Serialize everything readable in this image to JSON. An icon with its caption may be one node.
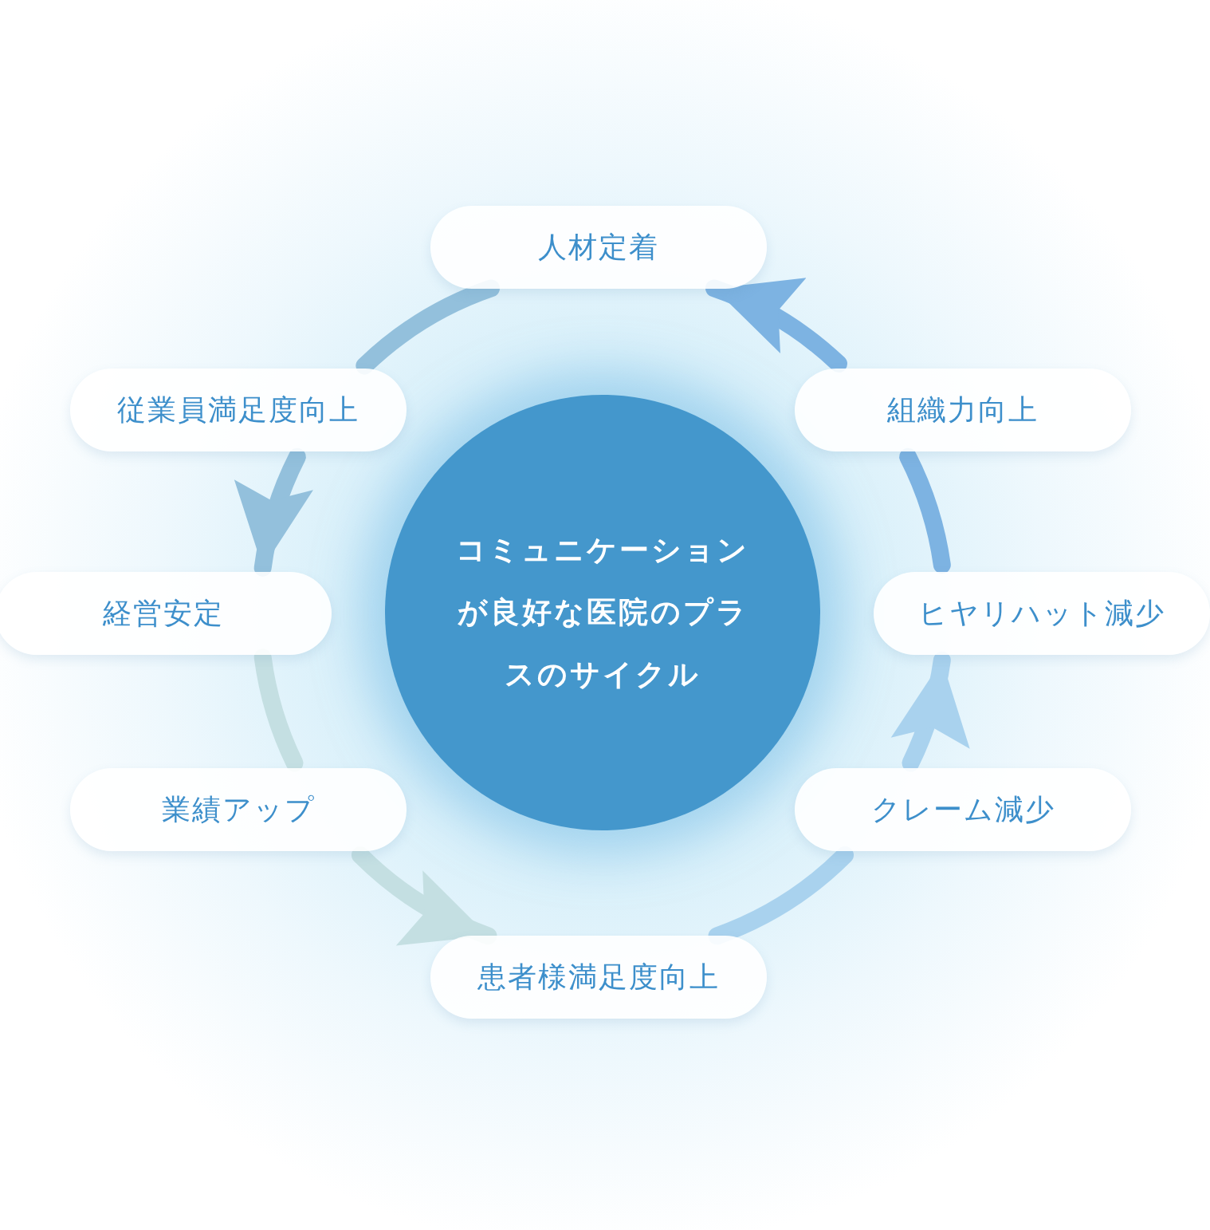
{
  "diagram": {
    "nodes": [
      {
        "text": [
          "コミュニケーションが良好な医院のプラスのサイクル"
        ]
      },
      {
        "text": [
          "人材定着"
        ]
      },
      {
        "text": [
          "組織力向上"
        ]
      },
      {
        "text": [
          "ヒヤリハット減少"
        ]
      },
      {
        "text": [
          "クレーム減少"
        ]
      },
      {
        "text": [
          "患者様満足度向上"
        ]
      },
      {
        "text": [
          "業績アップ"
        ]
      },
      {
        "text": [
          "経営安定"
        ]
      },
      {
        "text": [
          "従業員満足度向上"
        ]
      }
    ],
    "edges": [
      {
        "from": 3,
        "to": 2,
        "arrow": "none",
        "color": "#7db3e2"
      },
      {
        "from": 2,
        "to": 1,
        "arrow": "to",
        "color": "#7db3e2"
      },
      {
        "from": 1,
        "to": 8,
        "arrow": "none",
        "color": "#93c0dc"
      },
      {
        "from": 8,
        "to": 7,
        "arrow": "to",
        "color": "#93c0dc"
      },
      {
        "from": 7,
        "to": 6,
        "arrow": "none",
        "color": "#c4dfe2"
      },
      {
        "from": 6,
        "to": 5,
        "arrow": "to",
        "color": "#c4dfe2"
      },
      {
        "from": 5,
        "to": 4,
        "arrow": "none",
        "color": "#a9d2ee"
      },
      {
        "from": 4,
        "to": 3,
        "arrow": "to",
        "color": "#a9d2ee"
      }
    ]
  }
}
